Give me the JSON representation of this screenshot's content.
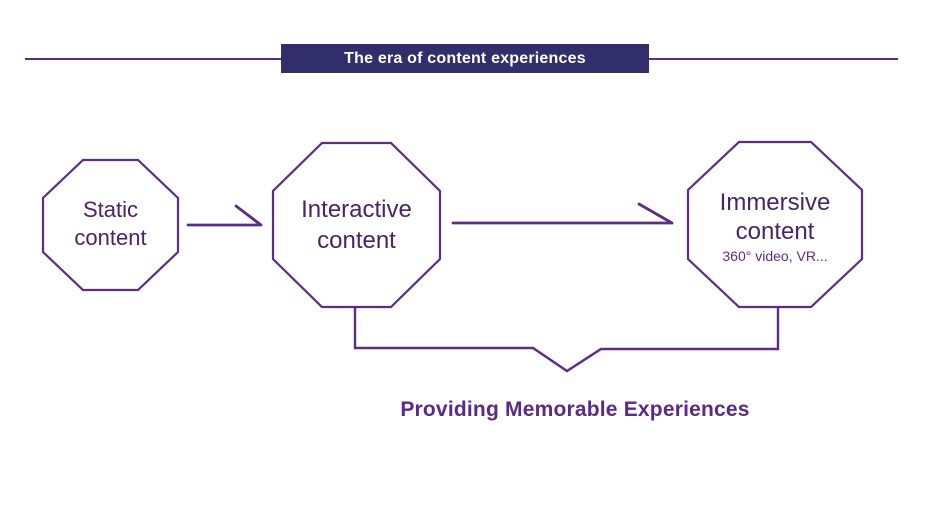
{
  "header": {
    "title": "The era of content experiences"
  },
  "nodes": {
    "static": {
      "label": "Static\ncontent"
    },
    "interactive": {
      "label": "Interactive\ncontent"
    },
    "immersive": {
      "label": "Immersive\ncontent",
      "subtitle": "360° video, VR..."
    }
  },
  "caption": {
    "text": "Providing Memorable Experiences"
  },
  "colors": {
    "banner_background": "#312e6b",
    "banner_text": "#ffffff",
    "stroke_purple": "#5b2d84",
    "node_text": "#472566",
    "caption_text": "#5b2a86"
  }
}
